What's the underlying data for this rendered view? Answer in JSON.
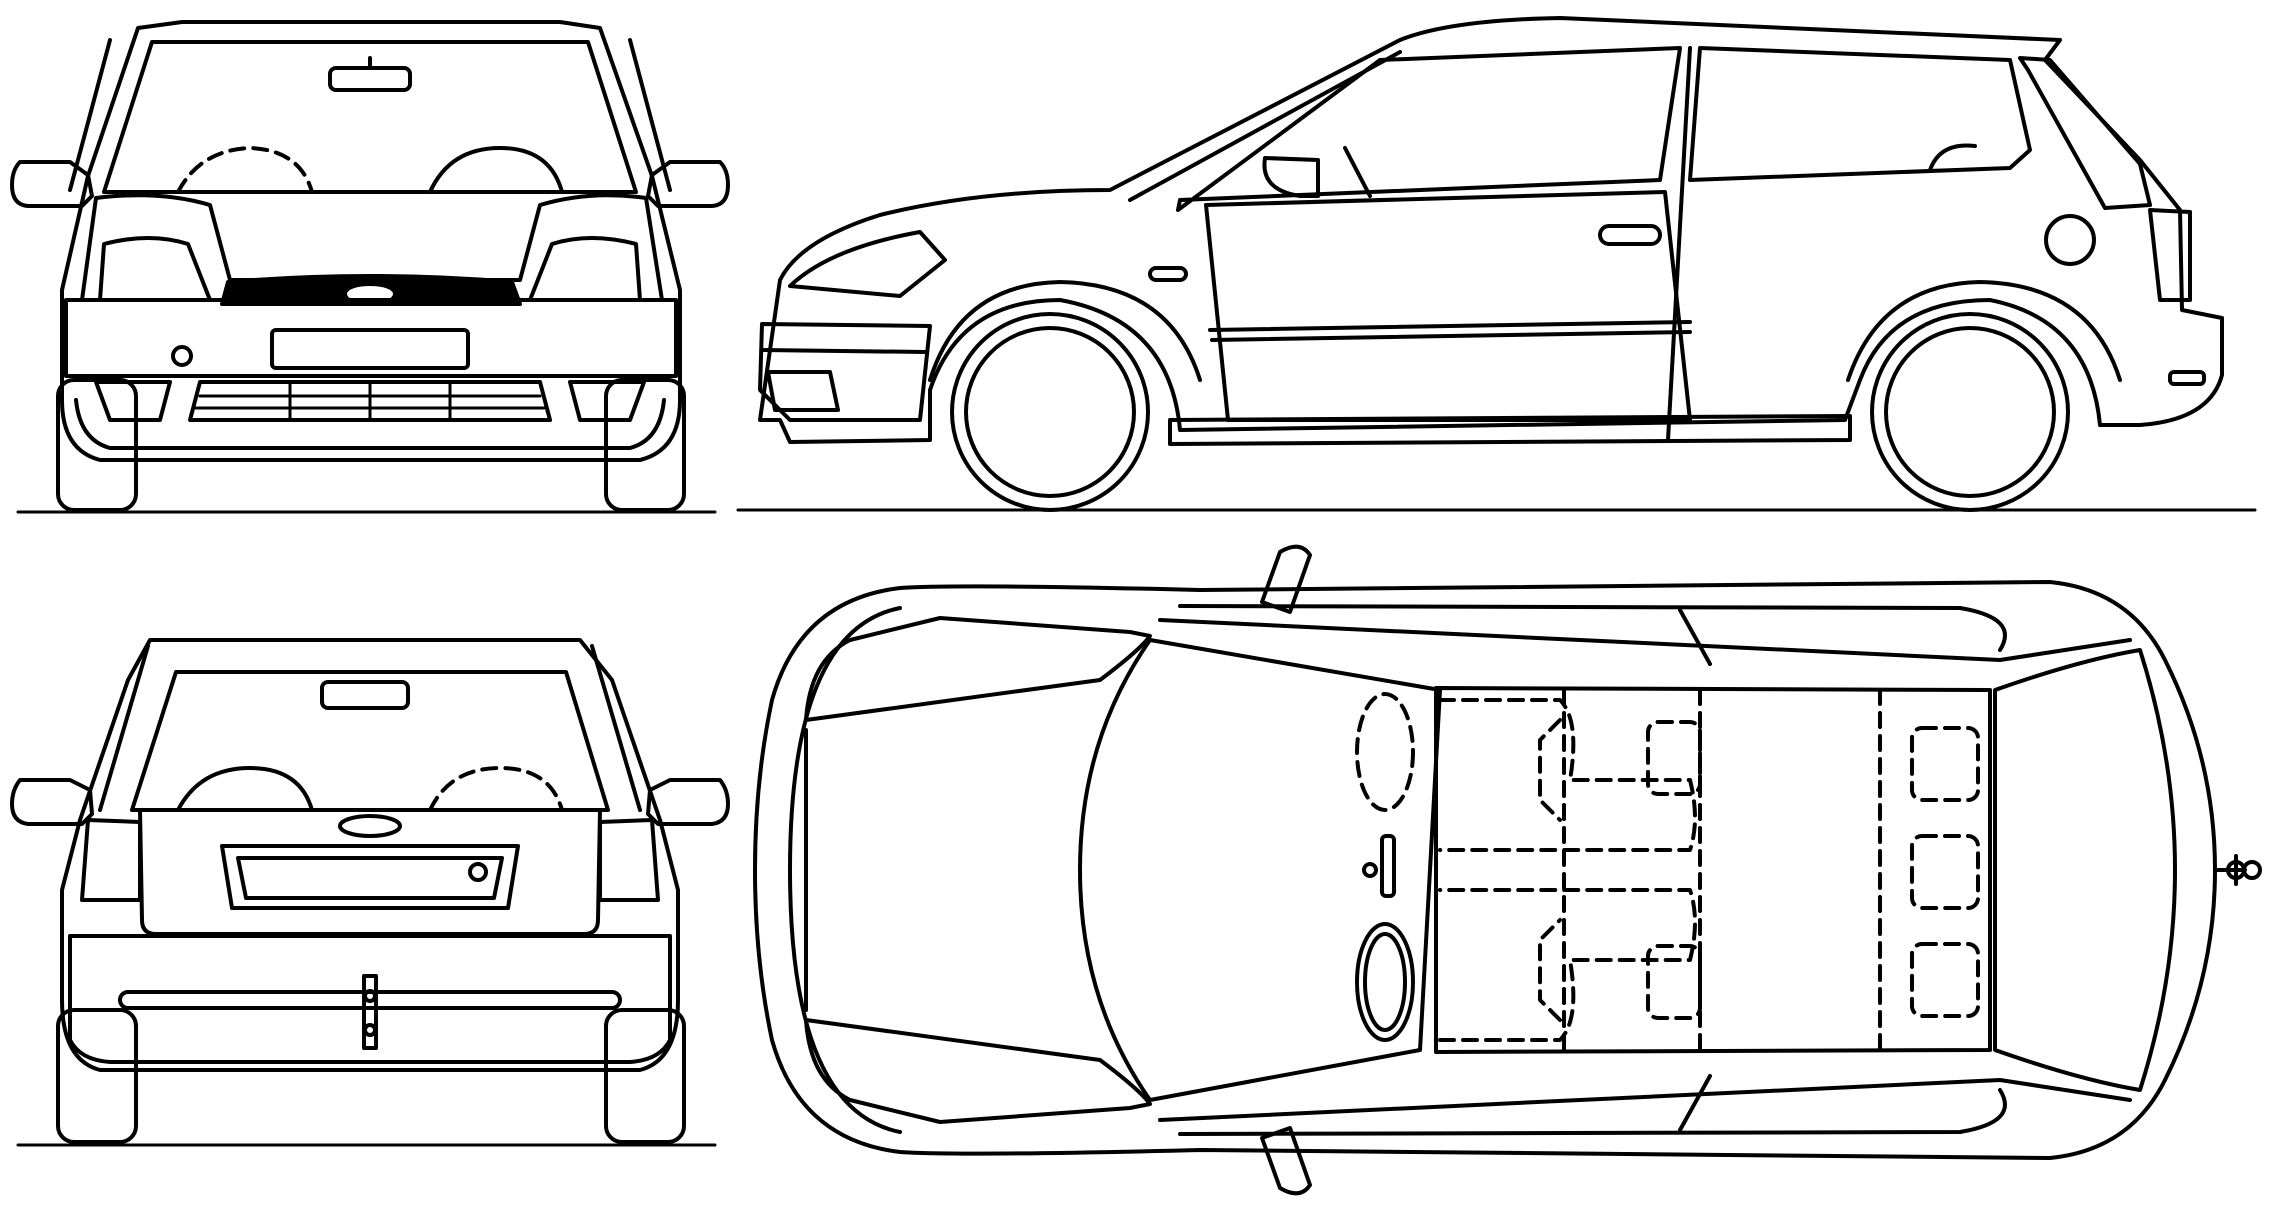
{
  "drawing": {
    "views": [
      {
        "id": "front",
        "label": ""
      },
      {
        "id": "side",
        "label": ""
      },
      {
        "id": "rear",
        "label": ""
      },
      {
        "id": "top",
        "label": ""
      }
    ],
    "colors": {
      "line": "#000000",
      "paper": "#ffffff"
    }
  }
}
